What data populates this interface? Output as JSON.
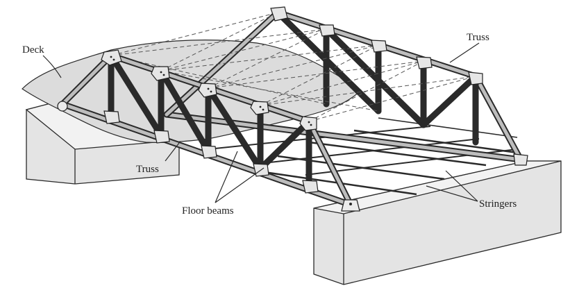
{
  "labels": {
    "deck": "Deck",
    "truss_top": "Truss",
    "truss_bottom": "Truss",
    "floor_beams": "Floor beams",
    "stringers": "Stringers"
  },
  "colors": {
    "ink": "#2a2a2a",
    "abutment_face": "#e4e4e4",
    "abutment_top": "#f2f2f2",
    "deck": "#dcdcdc",
    "member_highlight": "#bdbdbd"
  }
}
